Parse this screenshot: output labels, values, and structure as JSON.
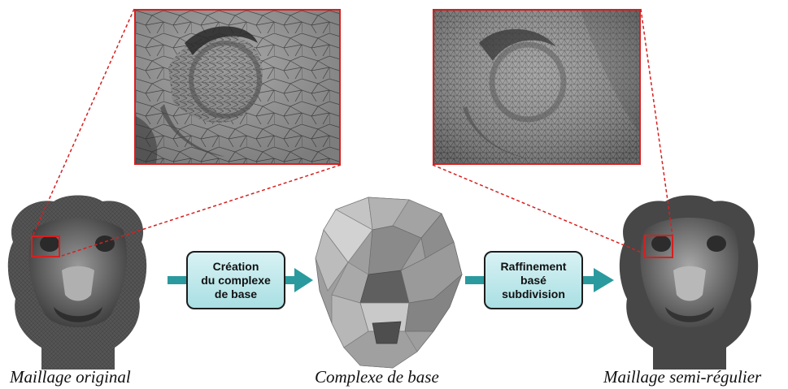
{
  "boxes": {
    "box1": {
      "line1": "Création",
      "line2": "du complexe",
      "line3": "de base"
    },
    "box2": {
      "line1": "Raffinement",
      "line2": "basé",
      "line3": "subdivision"
    }
  },
  "captions": {
    "original": "Maillage original",
    "base": "Complexe de base",
    "semi_regular": "Maillage semi-régulier"
  },
  "colors": {
    "highlight": "#d62020",
    "arrow": "#2a9a9e",
    "box_fill": "#bfe7ea",
    "mesh": "#8a8a8a"
  }
}
